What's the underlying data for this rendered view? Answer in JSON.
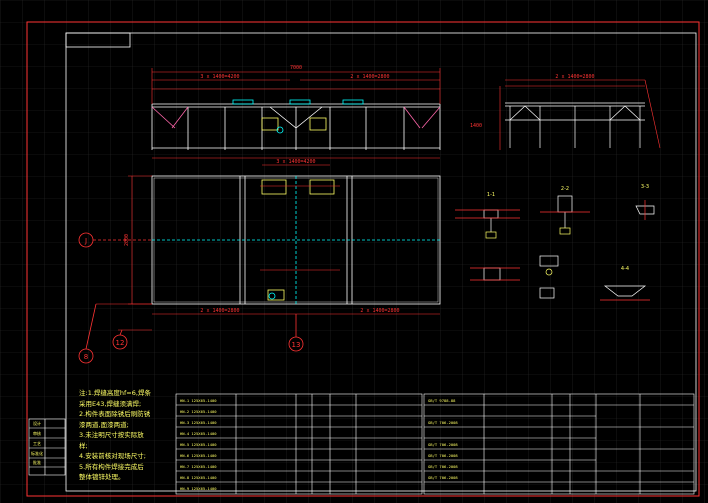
{
  "drawing": {
    "overall_dimension": "7000",
    "top_left_dim_label": "3 x 1400=4200",
    "top_right_dim_label": "2 x 1400=2800",
    "bottom_dim_label": "3 x 1400=4200",
    "plan_width_label": "2 x 1400=2800",
    "plan_height_label": "2000",
    "plan_bottom_right_label": "2 x 1400=2800",
    "side_view_top_label": "2 x 1400=2800",
    "side_view_left_label": "1400",
    "axis_labels": [
      "J",
      "8",
      "12",
      "13"
    ],
    "section_labels": [
      "1-1",
      "2-2",
      "3-3",
      "4-4"
    ],
    "notes_text": "注:1.焊缝高度hf=6,焊条采用E43,焊缝须满焊;\n2.构件表面除锈后刷防锈漆两道,面漆两道;\n3.未注明尺寸按实际放样;\n4.安装前核对现场尺寸;\n5.所有构件焊接完成后\n整体镀锌处理。"
  },
  "title_block": {
    "rows_left": [
      "HN-1 125X65-1400",
      "HN-2 125X65-1400",
      "HN-3 125X65-1400",
      "HN-4 125X65-1400",
      "HN-5 125X65-1400",
      "HN-6 125X65-1400",
      "HN-7 125X65-1400",
      "HN-8 125X65-1400",
      "HN-9 125X65-1400"
    ],
    "rows_right": [
      "GB/T 9788-88",
      "GB/T 706-2008",
      "GB/T 706-2008",
      "GB/T 706-2008",
      "GB/T 706-2008",
      "GB/T 706-2008"
    ],
    "stamp_text": [
      "设计",
      "审核",
      "工艺",
      "标准化",
      "批准"
    ]
  },
  "colors": {
    "border": "#ff3333",
    "geometry": "#ffffff",
    "dimension": "#ff3333",
    "text": "#ffff66",
    "accent": "#00ffff",
    "grid": "#2a2a2a"
  }
}
